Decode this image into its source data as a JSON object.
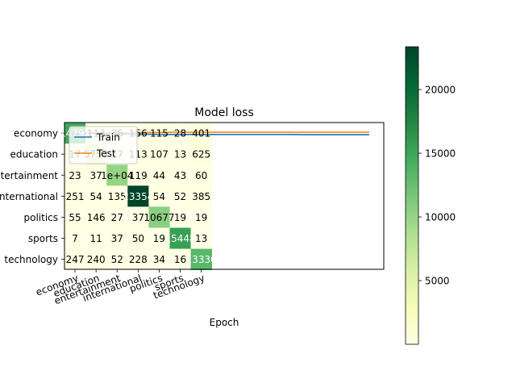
{
  "chart_data": {
    "type": "heatmap",
    "title": "Model loss",
    "xlabel": "Epoch",
    "ylabel": "",
    "categories": [
      "economy",
      "education",
      "entertainment",
      "international",
      "politics",
      "sports",
      "technology"
    ],
    "matrix": [
      [
        14791,
        113,
        36,
        156,
        115,
        28,
        401
      ],
      [
        17,
        5753,
        17,
        113,
        107,
        13,
        625
      ],
      [
        23,
        37,
        10000,
        119,
        44,
        43,
        60
      ],
      [
        251,
        54,
        135,
        23354,
        54,
        52,
        385
      ],
      [
        55,
        146,
        27,
        37,
        10677,
        19,
        19
      ],
      [
        7,
        11,
        37,
        50,
        19,
        15448,
        13
      ],
      [
        247,
        240,
        52,
        228,
        34,
        16,
        13330
      ]
    ],
    "cell_labels": [
      [
        "14791",
        "113",
        "36",
        "156",
        "115",
        "28",
        "401"
      ],
      [
        "17",
        "5753",
        "17",
        "113",
        "107",
        "13",
        "625"
      ],
      [
        "23",
        "37",
        "1e+04",
        "119",
        "44",
        "43",
        "60"
      ],
      [
        "251",
        "54",
        "135",
        "23354",
        "54",
        "52",
        "385"
      ],
      [
        "55",
        "146",
        "27",
        "37",
        "10677",
        "19",
        "19"
      ],
      [
        "7",
        "11",
        "37",
        "50",
        "19",
        "15448",
        "13"
      ],
      [
        "247",
        "240",
        "52",
        "228",
        "34",
        "16",
        "13330"
      ]
    ],
    "series": [
      {
        "name": "Train",
        "color": "#1f77b4",
        "values": [
          0.52,
          0.51,
          0.5,
          0.49,
          0.48,
          0.48,
          0.47,
          0.47,
          0.47,
          0.47,
          0.47,
          0.47,
          0.47,
          0.47,
          0.47,
          0.46,
          0.46,
          0.46,
          0.46,
          0.46
        ]
      },
      {
        "name": "Test",
        "color": "#ff7f0e",
        "values": [
          0.62,
          0.61,
          0.6,
          0.6,
          0.6,
          0.61,
          0.61,
          0.62,
          0.62,
          0.62,
          0.62,
          0.62,
          0.62,
          0.62,
          0.62,
          0.62,
          0.62,
          0.62,
          0.62,
          0.62
        ]
      }
    ],
    "colorbar": {
      "ticks": [
        5000,
        10000,
        15000,
        20000
      ],
      "min": 7,
      "max": 23354,
      "colormap": [
        "#ffffe5",
        "#f7fcb9",
        "#d9f0a3",
        "#addd8e",
        "#78c679",
        "#41ab5d",
        "#238443",
        "#006837",
        "#004529"
      ]
    },
    "legend": "upper-left",
    "grid": false
  }
}
